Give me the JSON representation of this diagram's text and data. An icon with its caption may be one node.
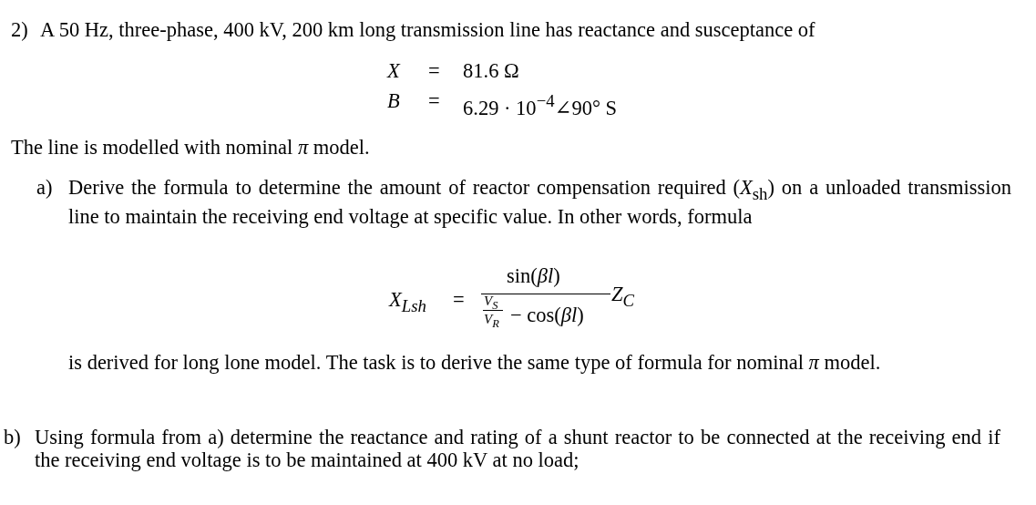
{
  "diagram": {
    "labels": [
      "2)",
      "A 50 Hz, three-phase, 400 kV, 200 km long transmission line has reactance and susceptance of",
      "X",
      "=",
      "81.6 Ω",
      "B",
      "=",
      "6.29 · 10$^{−4}$∠90° S",
      "The line is modelled with nominal *π* model.",
      "a)",
      "Derive the formula to determine the amount of reactor compensation required (*X*$_{sh}$) on a unloaded transmission line to maintain the receiving end voltage at specific value. In other words, formula",
      "X$_{Lsh}$",
      "=",
      "sin(*βl*)",
      "V$_{S}$",
      "V$_{R}$",
      "− cos(*βl*)",
      "Z$_{C}$",
      "is derived for long lone model. The task is to derive the same type of formula for nominal *π* model.",
      "b)",
      "Using formula from a) determine the reactance and rating of a shunt reactor to be connected at the receiving end if the receiving end voltage is to be maintained at 400 kV at no load;"
    ]
  }
}
